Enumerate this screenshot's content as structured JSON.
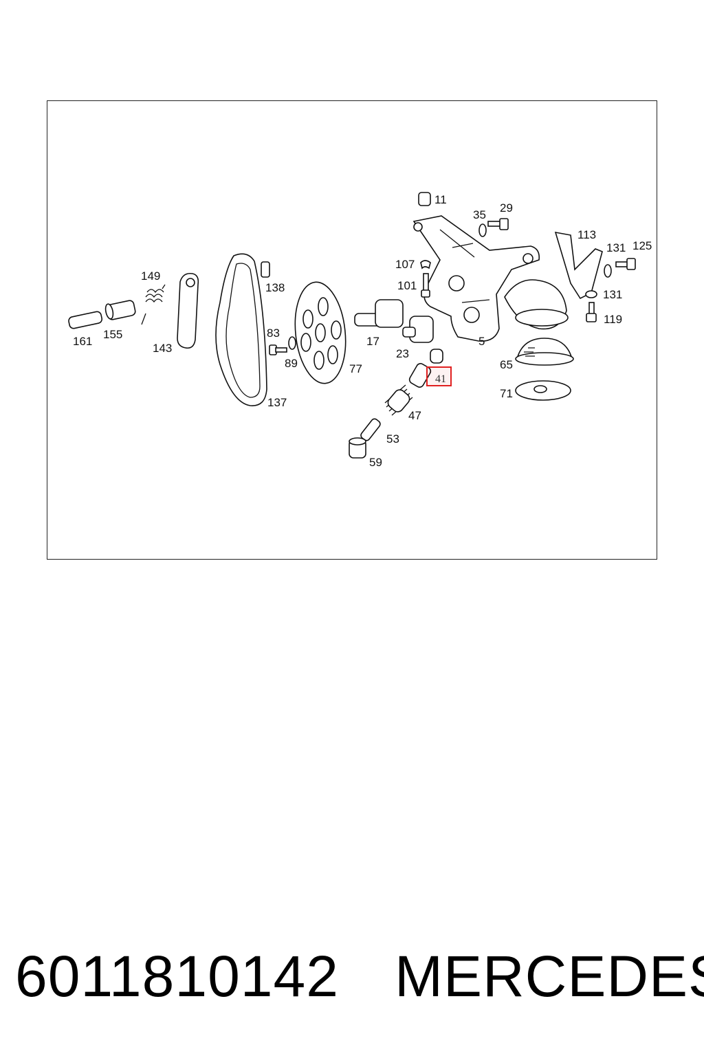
{
  "diagram": {
    "labels": [
      "11",
      "35",
      "29",
      "113",
      "131",
      "125",
      "107",
      "101",
      "131",
      "119",
      "149",
      "138",
      "17",
      "5",
      "83",
      "161",
      "155",
      "143",
      "89",
      "23",
      "65",
      "77",
      "41",
      "71",
      "47",
      "137",
      "53",
      "59"
    ],
    "highlight_label": "41",
    "highlight_color": "#e02020"
  },
  "footer": {
    "part_number": "6011810142",
    "brand": "MERCEDES"
  }
}
